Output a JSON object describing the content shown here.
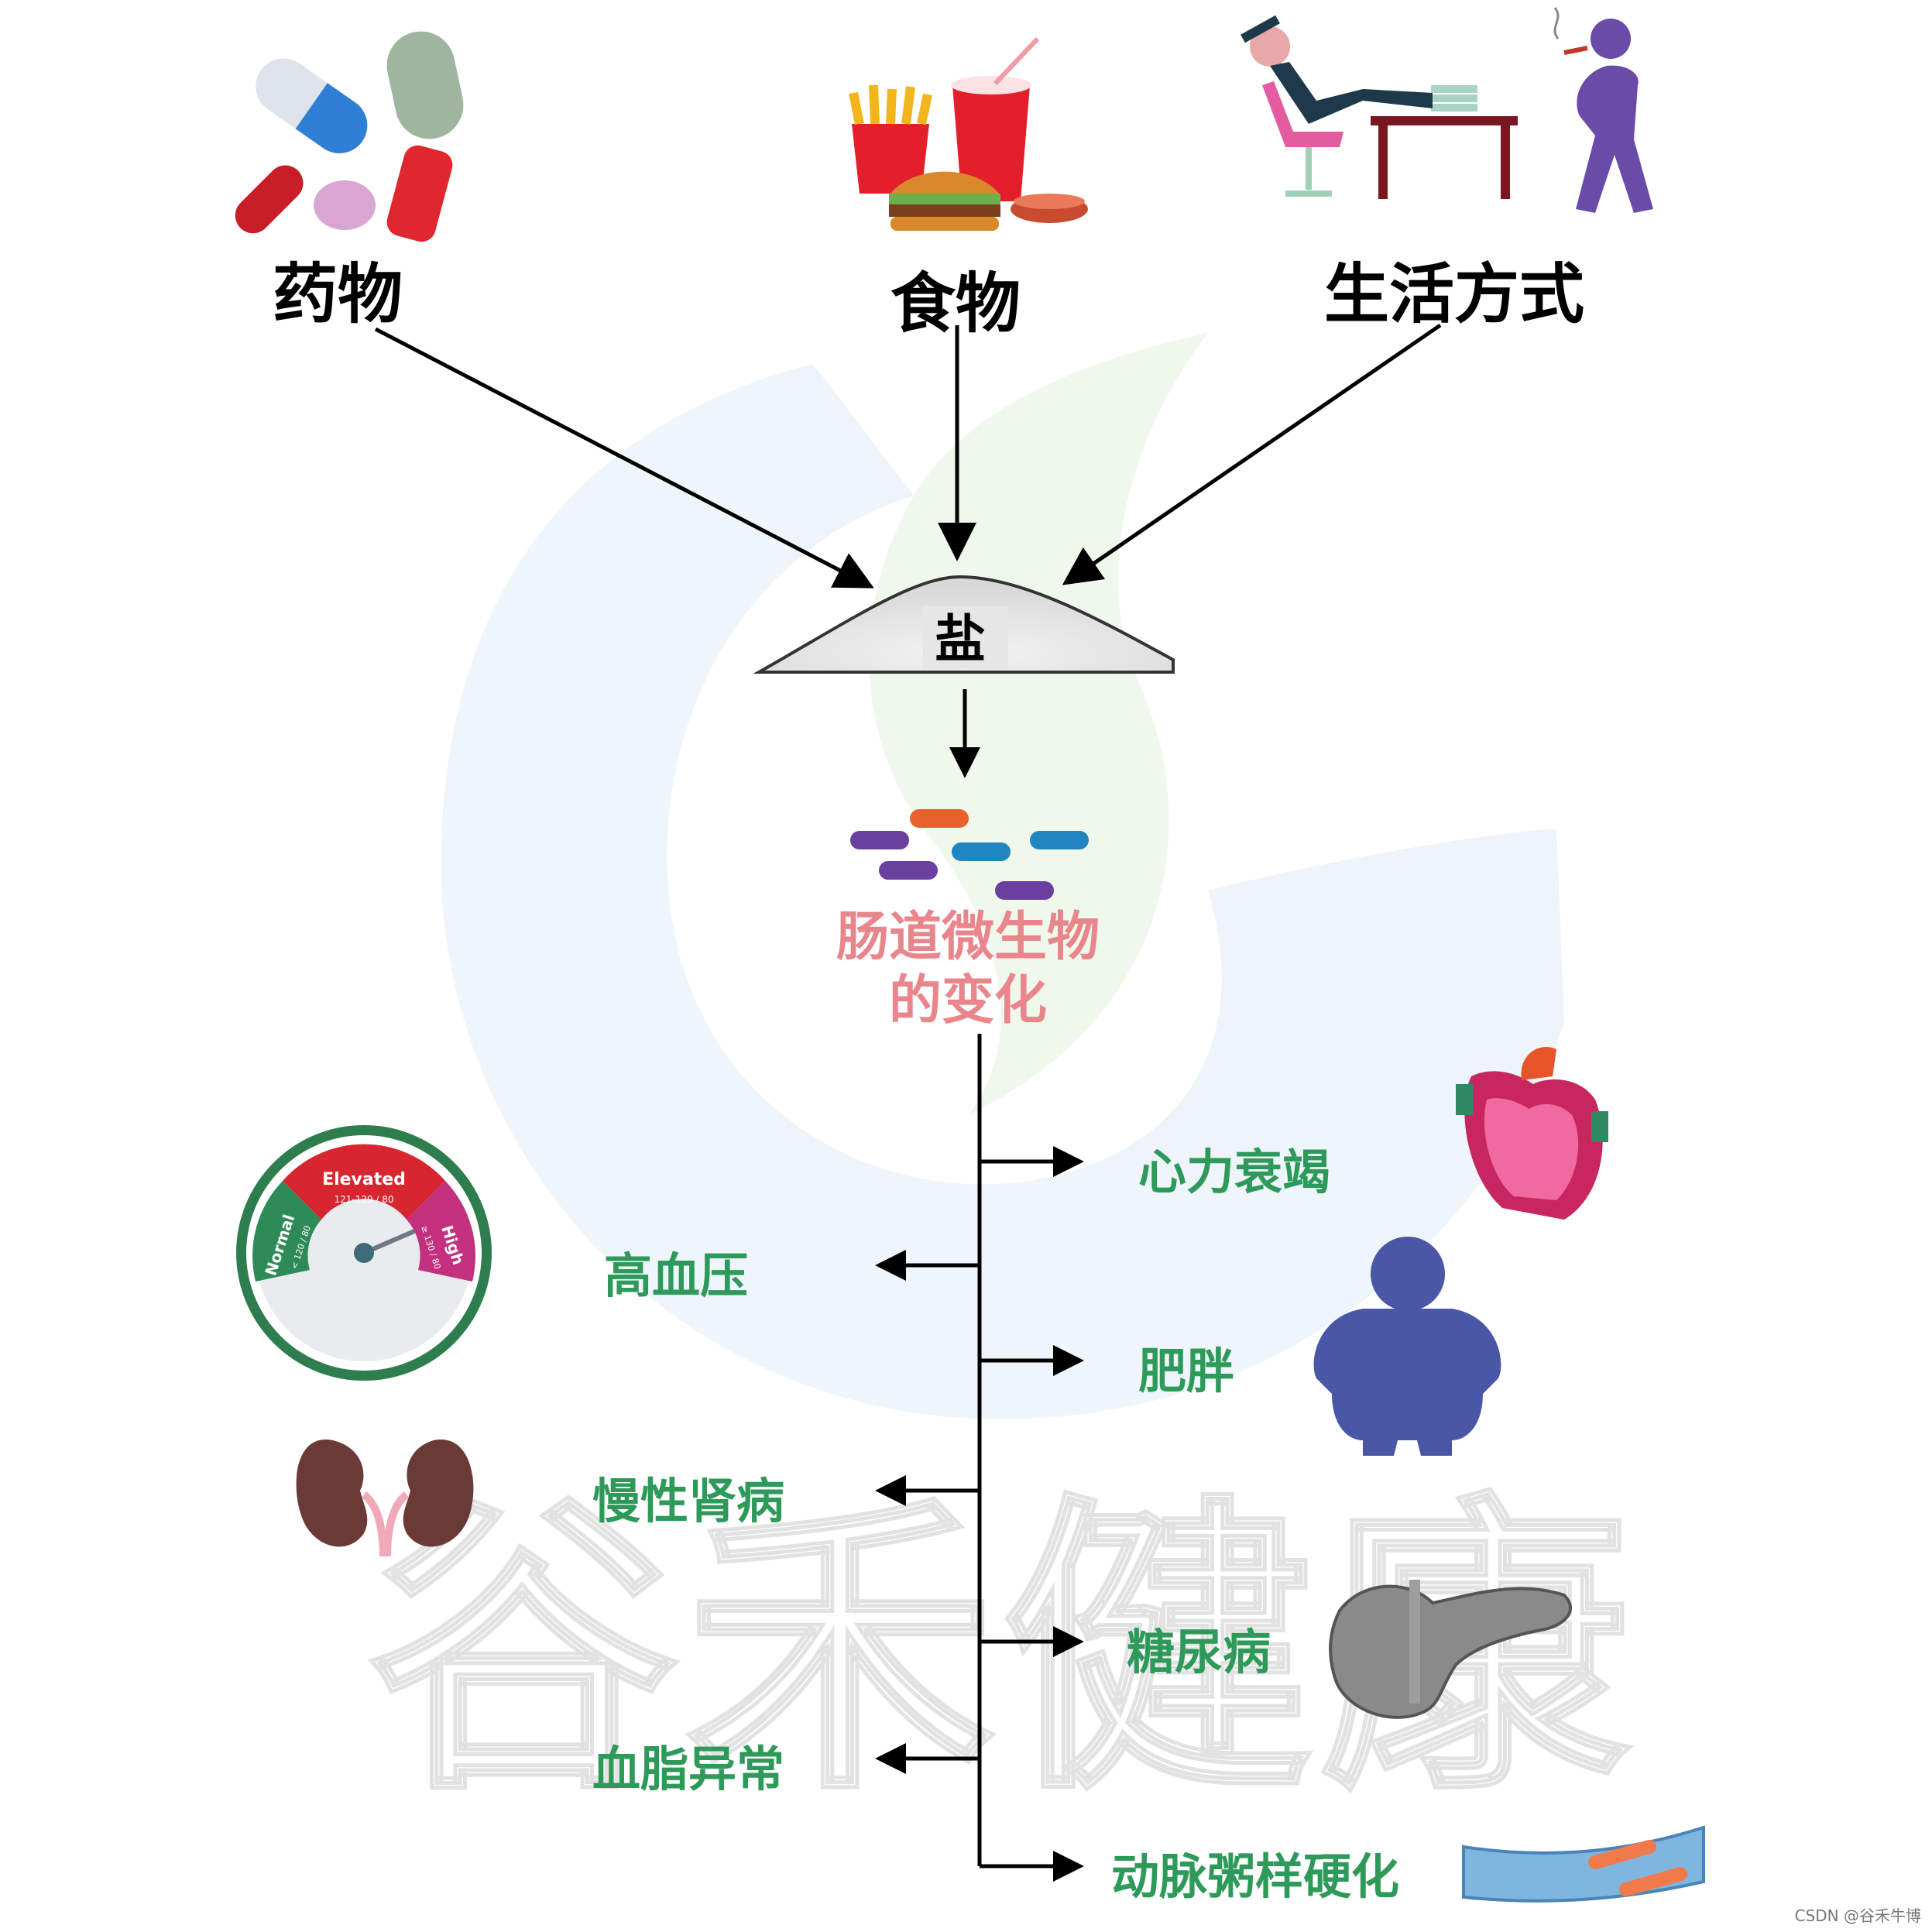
{
  "sources": {
    "drugs": "药物",
    "food": "食物",
    "lifestyle": "生活方式"
  },
  "salt": "盐",
  "microbiome": {
    "line1": "肠道微生物",
    "line2": "的变化"
  },
  "outcomes": {
    "heart_failure": "心力衰竭",
    "hypertension": "高血压",
    "obesity": "肥胖",
    "ckd": "慢性肾病",
    "diabetes": "糖尿病",
    "dyslipidemia": "血脂异常",
    "atherosclerosis": "动脉粥样硬化"
  },
  "gauge": {
    "normal": "Normal",
    "normal_range": "< 120 / 80",
    "elevated": "Elevated",
    "elevated_range": "121-129 / 80",
    "high": "High",
    "high_range": "≥ 130 / 80"
  },
  "watermark": "谷禾健康",
  "footer": "CSDN @谷禾牛博",
  "colors": {
    "green_text": "#2e9a5a",
    "pink_text": "#e8868c",
    "bacteria_purple": "#6b3fa0",
    "bacteria_blue": "#1f86c1",
    "bacteria_orange": "#e8612c"
  }
}
